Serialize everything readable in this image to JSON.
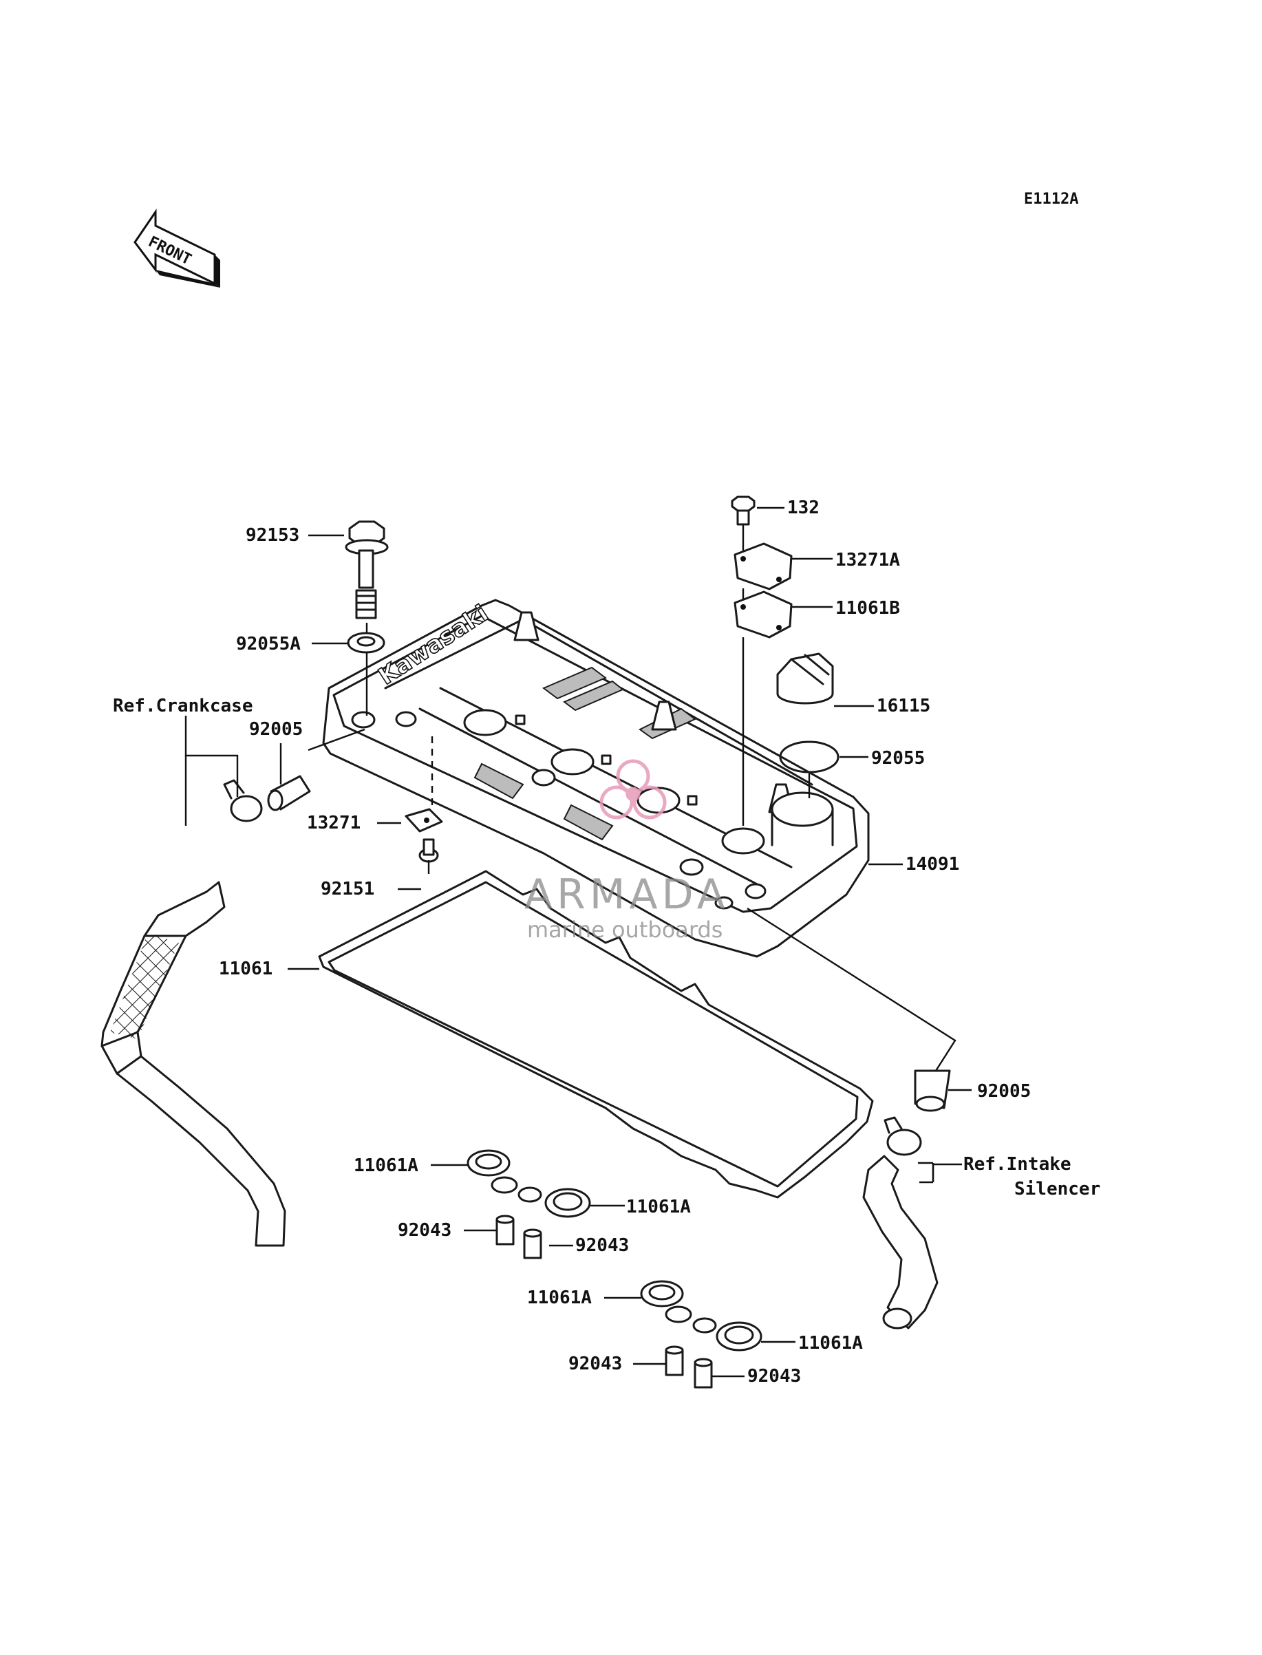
{
  "diagram": {
    "code": "E1112A",
    "front_marker": "FRONT",
    "brand_on_cover": "Kawasaki",
    "watermark": {
      "name": "ARMADA",
      "tagline": "marine outboards",
      "logo_color": "#e79ab8"
    },
    "labels": {
      "p92153": "92153",
      "p92055A": "92055A",
      "ref_crankcase": "Ref.Crankcase",
      "p92005_left": "92005",
      "p13271": "13271",
      "p92151": "92151",
      "p11061": "11061",
      "p11061A_1": "11061A",
      "p92043_1": "92043",
      "p11061A_2": "11061A",
      "p92043_2": "92043",
      "p11061A_3": "11061A",
      "p92043_3": "92043",
      "p11061A_4": "11061A",
      "p92043_4": "92043",
      "p132": "132",
      "p13271A": "13271A",
      "p11061B": "11061B",
      "p16115": "16115",
      "p92055": "92055",
      "p14091": "14091",
      "p92005_right": "92005",
      "ref_intake_1": "Ref.Intake",
      "ref_intake_2": "Silencer"
    }
  }
}
